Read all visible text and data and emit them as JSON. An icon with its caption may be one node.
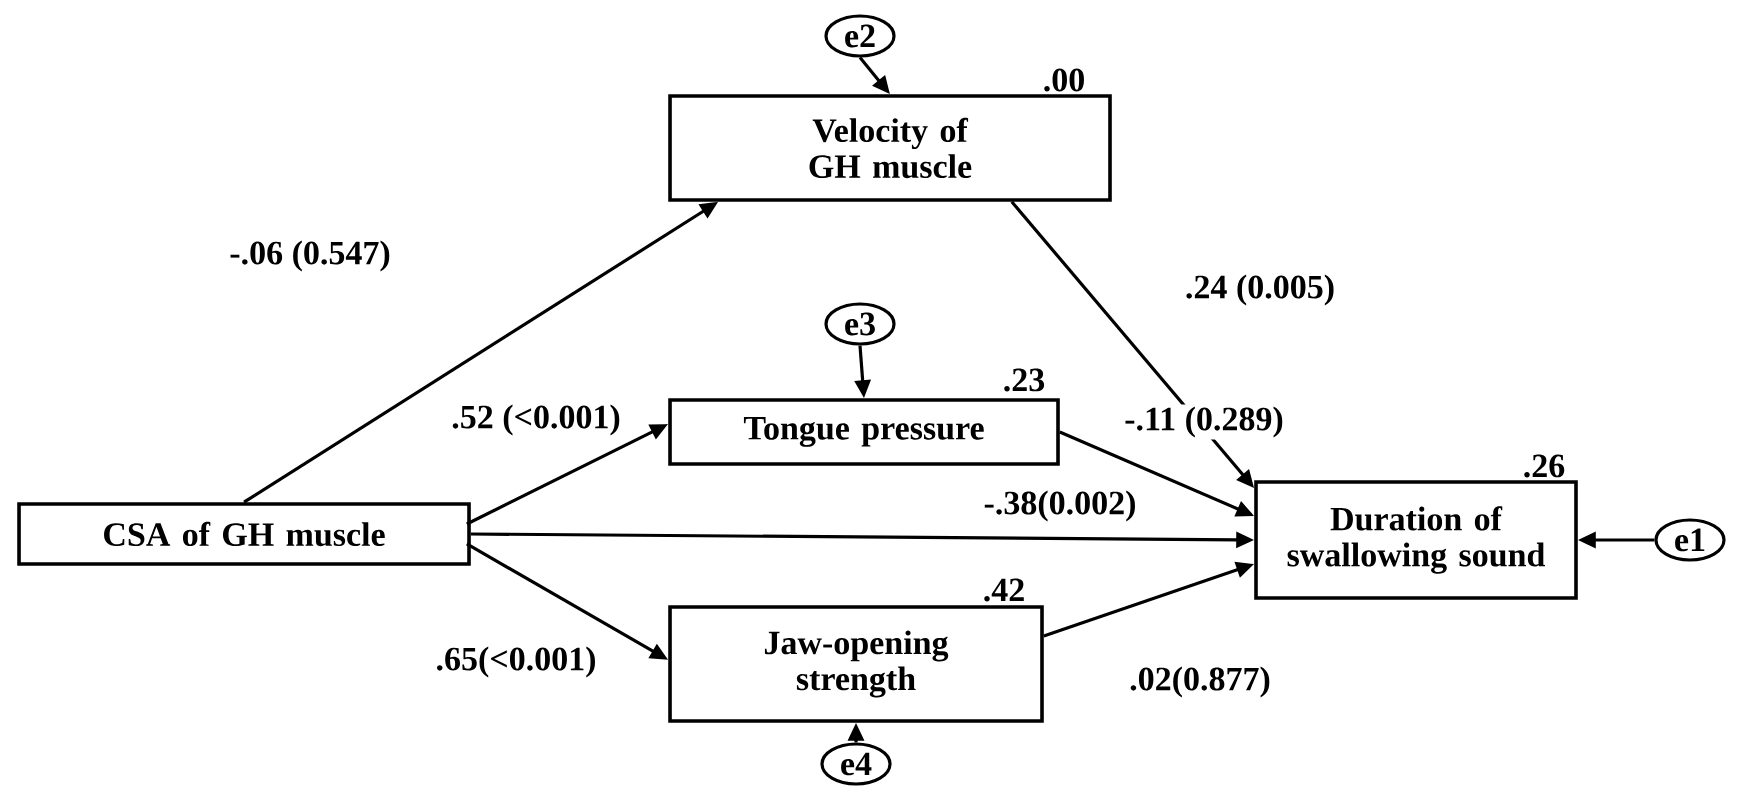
{
  "diagram": {
    "nodes": [
      {
        "text": [
          "e2"
        ]
      },
      {
        "text": [
          "Velocity of GH muscle"
        ],
        "beside": [
          ".00"
        ]
      },
      {
        "text": [
          "e3"
        ]
      },
      {
        "text": [
          "Tongue pressure"
        ],
        "beside": [
          ".23"
        ]
      },
      {
        "text": [
          "CSA of GH muscle"
        ]
      },
      {
        "text": [
          "Duration of swallowing sound"
        ],
        "beside": [
          ".26"
        ]
      },
      {
        "text": [
          "e1"
        ]
      },
      {
        "text": [
          "Jaw-opening strength"
        ],
        "beside": [
          ".42"
        ]
      },
      {
        "text": [
          "e4"
        ]
      }
    ],
    "edges": [
      {
        "from": 0,
        "to": 1,
        "arrow": "to"
      },
      {
        "from": 4,
        "to": 1,
        "arrow": "to",
        "label": "-.06 (0.547)"
      },
      {
        "from": 1,
        "to": 5,
        "arrow": "to",
        "label": ".24 (0.005)"
      },
      {
        "from": 2,
        "to": 3,
        "arrow": "to"
      },
      {
        "from": 4,
        "to": 3,
        "arrow": "to",
        "label": ".52 (<0.001)"
      },
      {
        "from": 3,
        "to": 5,
        "arrow": "to",
        "label": "-.11 (0.289)"
      },
      {
        "from": 4,
        "to": 5,
        "arrow": "to",
        "label": "-.38(0.002)"
      },
      {
        "from": 6,
        "to": 5,
        "arrow": "to"
      },
      {
        "from": 4,
        "to": 7,
        "arrow": "to",
        "label": ".65(<0.001)"
      },
      {
        "from": 7,
        "to": 5,
        "arrow": "to",
        "label": ".02(0.877)"
      },
      {
        "from": 8,
        "to": 7,
        "arrow": "to"
      }
    ]
  }
}
